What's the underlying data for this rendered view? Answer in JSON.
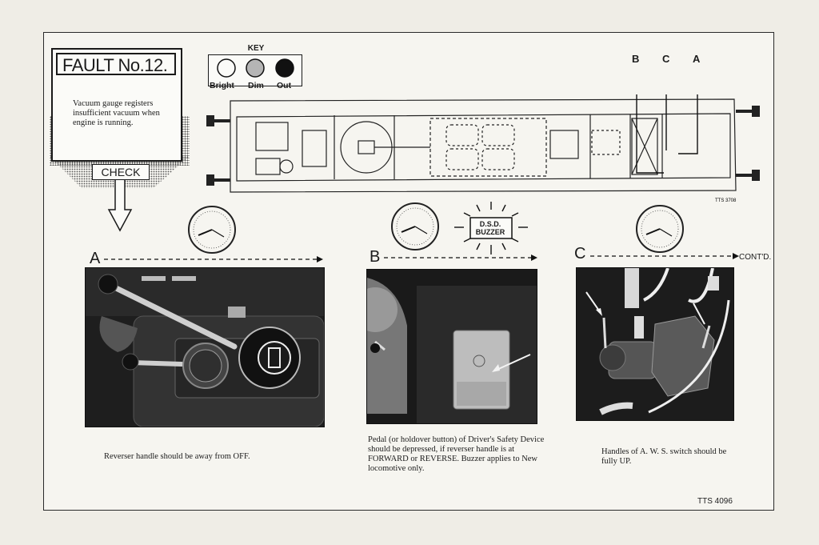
{
  "fault": {
    "title": "FAULT No.12.",
    "description": "Vacuum gauge registers insufficient vacuum when engine is running.",
    "check": "CHECK"
  },
  "key": {
    "title": "KEY",
    "bright": "Bright",
    "dim": "Dim",
    "out": "Out"
  },
  "diagram": {
    "labels": [
      "B",
      "C",
      "A"
    ],
    "ref": "TTS 3708"
  },
  "buzzer": "D.S.D. BUZZER",
  "sections": {
    "a": {
      "letter": "A",
      "caption": "Reverser handle should be away from OFF."
    },
    "b": {
      "letter": "B",
      "caption": "Pedal (or holdover button) of Driver's Safety Device should be depressed, if reverser handle is at FORWARD or REVERSE.   Buzzer applies to New locomotive only."
    },
    "c": {
      "letter": "C",
      "contd": "CONT'D.",
      "caption": "Handles of A. W. S. switch should be fully UP."
    }
  },
  "footer": {
    "ref": "TTS 4096"
  }
}
